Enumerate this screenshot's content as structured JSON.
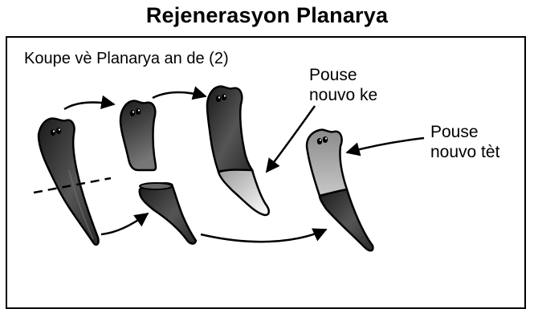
{
  "title": "Rejenerasyon Planarya",
  "subtitle": "Koupe vè Planarya an de (2)",
  "labels": {
    "new_tail_line1": "Pouse",
    "new_tail_line2": "nouvo ke",
    "new_head_line1": "Pouse",
    "new_head_line2": "nouvo tèt"
  },
  "colors": {
    "body_dark": "#2a2a2a",
    "body_mid": "#6e6e6e",
    "regrown_light": "#d8d8d8",
    "outline": "#000000"
  }
}
